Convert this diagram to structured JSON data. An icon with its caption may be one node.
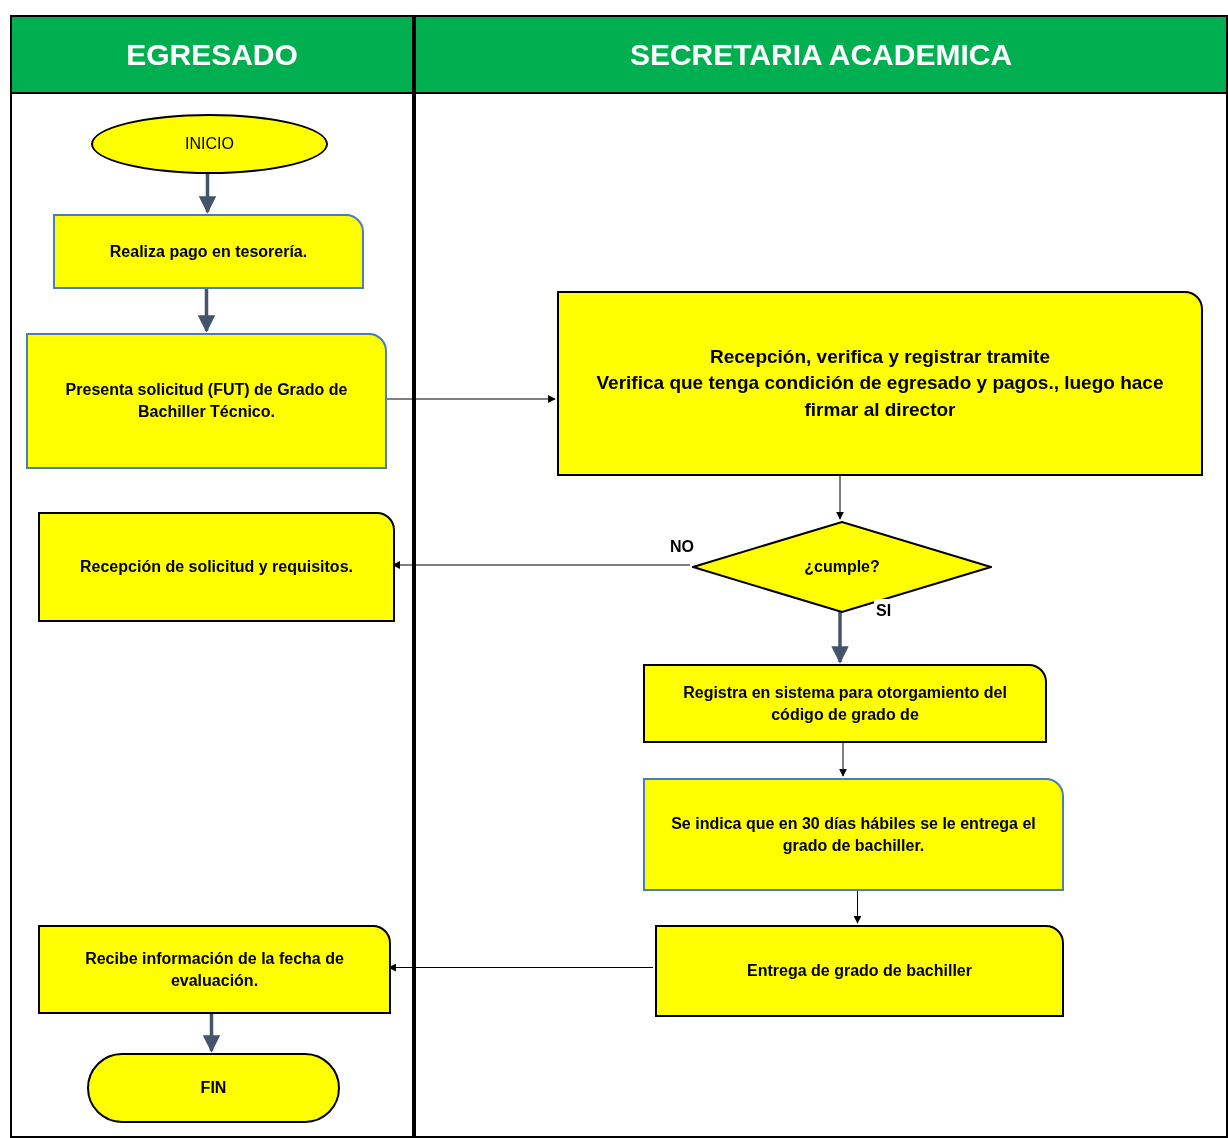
{
  "diagram": {
    "nodes": [
      {
        "text": [
          "EGRESADO"
        ]
      },
      {
        "text": [
          "SECRETARIA ACADEMICA"
        ]
      },
      {
        "text": [
          "INICIO"
        ],
        "in": 0
      },
      {
        "text": [
          "Realiza pago en tesorería."
        ],
        "in": 0
      },
      {
        "text": [
          "Presenta solicitud (FUT) de Grado de Bachiller Técnico."
        ],
        "in": 0
      },
      {
        "text": [
          "Recepción, verifica y registrar tramite",
          "Verifica que tenga condición de egresado y pagos., luego hace firmar al director"
        ],
        "in": 1
      },
      {
        "text": [
          "¿cumple?"
        ],
        "in": 1
      },
      {
        "text": [
          "Recepción de solicitud y requisitos."
        ],
        "in": 0
      },
      {
        "text": [
          "Registra en sistema para otorgamiento del código de grado de"
        ],
        "in": 1
      },
      {
        "text": [
          "Se indica que en 30 días hábiles se le entrega el grado de bachiller."
        ],
        "in": 1
      },
      {
        "text": [
          "Entrega de grado de bachiller"
        ],
        "in": 1
      },
      {
        "text": [
          "Recibe información de la fecha de evaluación."
        ],
        "in": 0
      },
      {
        "text": [
          "FIN"
        ],
        "in": 0
      }
    ],
    "edges": [
      {
        "from": 2,
        "to": 3,
        "arrow": "to",
        "style": "thick",
        "color": "#44546a"
      },
      {
        "from": 3,
        "to": 4,
        "arrow": "to",
        "style": "thick",
        "color": "#44546a"
      },
      {
        "from": 4,
        "to": 5,
        "arrow": "to"
      },
      {
        "from": 5,
        "to": 6,
        "arrow": "to"
      },
      {
        "from": 6,
        "to": 7,
        "arrow": "to",
        "label": "NO"
      },
      {
        "from": 6,
        "to": 8,
        "arrow": "to",
        "label": "SI",
        "style": "thick",
        "color": "#44546a"
      },
      {
        "from": 8,
        "to": 9,
        "arrow": "to"
      },
      {
        "from": 9,
        "to": 10,
        "arrow": "to"
      },
      {
        "from": 10,
        "to": 11,
        "arrow": "to"
      },
      {
        "from": 11,
        "to": 12,
        "arrow": "to",
        "style": "thick",
        "color": "#44546a"
      }
    ]
  }
}
